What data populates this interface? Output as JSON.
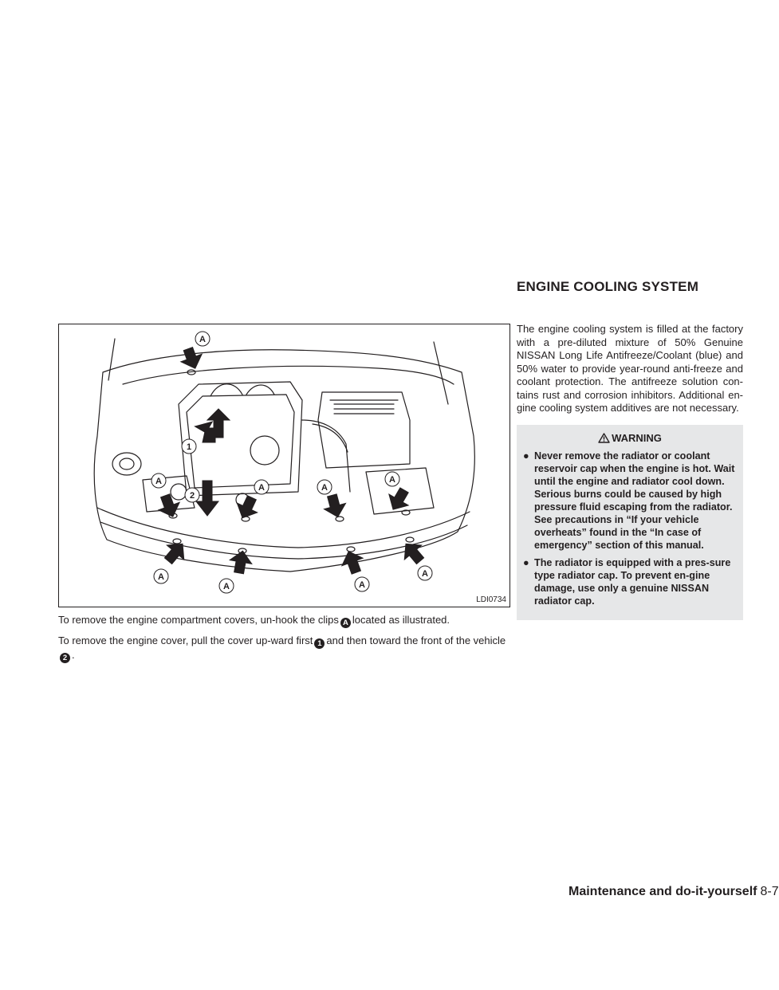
{
  "section_title": "ENGINE COOLING SYSTEM",
  "figure": {
    "code": "LDI0734",
    "callouts": {
      "clip": "A",
      "step1": "1",
      "step2": "2"
    }
  },
  "left_text": {
    "p1_before": "To remove the engine compartment covers, un-hook the clips",
    "p1_marker": "A",
    "p1_after": "located as illustrated.",
    "p2_before": "To remove the engine cover, pull the cover up-ward first",
    "p2_marker1": "1",
    "p2_middle": "and then toward the front of the vehicle",
    "p2_marker2": "2",
    "p2_after": "."
  },
  "right_col": {
    "intro": "The engine cooling system is filled at the factory with a pre-diluted mixture of 50% Genuine NISSAN Long Life Antifreeze/Coolant (blue) and 50% water to provide year-round anti-freeze and coolant protection. The antifreeze solution con-tains rust and corrosion inhibitors. Additional en-gine cooling system additives are not necessary.",
    "warning_title": "WARNING",
    "bullet_symbol": "●",
    "warnings": [
      "Never remove the radiator or coolant reservoir cap when the engine is hot. Wait until the engine and radiator cool down. Serious burns could be caused by high pressure fluid escaping from the radiator. See precautions in “If your vehicle overheats” found in the “In case of emergency” section of this manual.",
      "The radiator is equipped with a pres-sure type radiator cap. To prevent en-gine damage, use only a genuine NISSAN radiator cap."
    ]
  },
  "footer": {
    "section": "Maintenance and do-it-yourself",
    "page": "8-7"
  }
}
